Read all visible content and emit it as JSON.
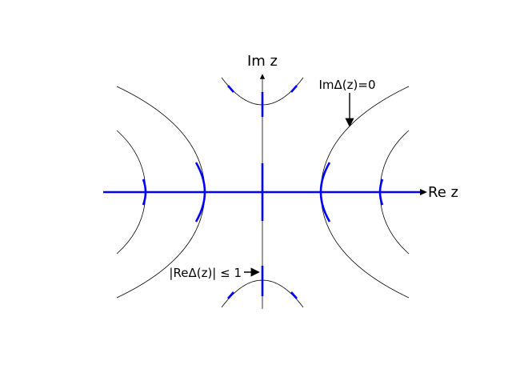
{
  "labels": {
    "real_axis": "Re z",
    "imag_axis": "Im z",
    "im_delta_annotation": "ImΔ(z)=0",
    "re_delta_annotation": "|ReΔ(z)| ≤ 1"
  },
  "colors": {
    "curve": "#000000",
    "highlight": "#0000ff",
    "background": "#ffffff"
  }
}
